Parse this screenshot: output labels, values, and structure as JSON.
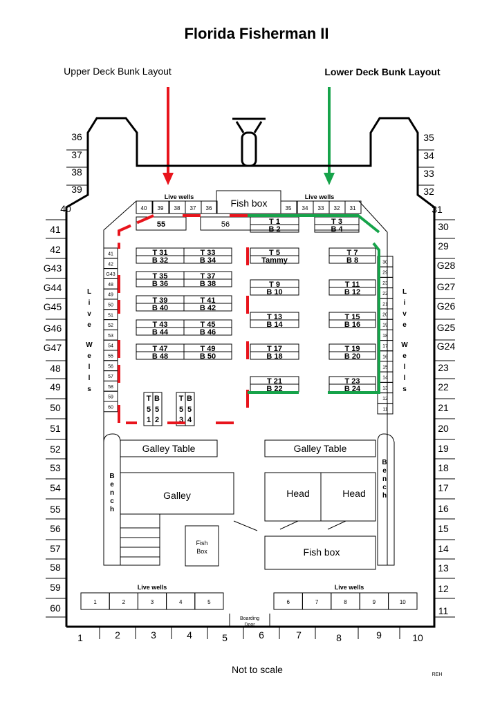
{
  "title": "Florida Fisherman II",
  "upper_label": "Upper Deck Bunk Layout",
  "lower_label": "Lower Deck Bunk Layout",
  "footer": "Not to scale",
  "initials": "REH",
  "colors": {
    "upper": "#e8141c",
    "lower": "#16a34a",
    "line": "#000000"
  },
  "rail_left": [
    "36",
    "37",
    "38",
    "39",
    "40",
    "41",
    "42",
    "G43",
    "G44",
    "G45",
    "G46",
    "G47",
    "48",
    "49",
    "50",
    "51",
    "52",
    "53",
    "54",
    "55",
    "56",
    "57",
    "58",
    "59",
    "60"
  ],
  "rail_right": [
    "35",
    "34",
    "33",
    "32",
    "31",
    "30",
    "29",
    "G28",
    "G27",
    "G26",
    "G25",
    "G24",
    "23",
    "22",
    "21",
    "20",
    "19",
    "18",
    "17",
    "16",
    "15",
    "14",
    "13",
    "12",
    "11"
  ],
  "rail_bottom": [
    "1",
    "2",
    "3",
    "4",
    "5",
    "6",
    "7",
    "8",
    "9",
    "10"
  ],
  "live_wells": {
    "label": "Live wells",
    "vertical_label": "Live Wells",
    "top_left": [
      "40",
      "39",
      "38",
      "37",
      "36"
    ],
    "top_right": [
      "35",
      "34",
      "33",
      "32",
      "31"
    ],
    "bottom_left": [
      "1",
      "2",
      "3",
      "4",
      "5"
    ],
    "bottom_right": [
      "6",
      "7",
      "8",
      "9",
      "10"
    ]
  },
  "fish_box": "Fish box",
  "fish_box_small": "Fish Box",
  "bunks_top": [
    "55",
    "56"
  ],
  "inner_left": [
    "41",
    "42",
    "G43",
    "48",
    "49",
    "50",
    "51",
    "52",
    "53",
    "54",
    "55",
    "56",
    "57",
    "58",
    "59",
    "60"
  ],
  "inner_right": [
    "30",
    "29",
    "23",
    "22",
    "21",
    "20",
    "19",
    "18",
    "17",
    "16",
    "15",
    "14",
    "13",
    "12",
    "11"
  ],
  "bunks": [
    {
      "t": "T 1",
      "b": "B 2"
    },
    {
      "t": "T 3",
      "b": "B 4"
    },
    {
      "t": "T 31",
      "b": "B 32"
    },
    {
      "t": "T 33",
      "b": "B 34"
    },
    {
      "t": "T 5",
      "b": "Tammy"
    },
    {
      "t": "T 7",
      "b": "B 8"
    },
    {
      "t": "T 35",
      "b": "B 36"
    },
    {
      "t": "T 37",
      "b": "B 38"
    },
    {
      "t": "T 9",
      "b": "B 10"
    },
    {
      "t": "T 11",
      "b": "B 12"
    },
    {
      "t": "T 39",
      "b": "B 40"
    },
    {
      "t": "T 41",
      "b": "B 42"
    },
    {
      "t": "T 13",
      "b": "B 14"
    },
    {
      "t": "T 15",
      "b": "B 16"
    },
    {
      "t": "T 43",
      "b": "B 44"
    },
    {
      "t": "T 45",
      "b": "B 46"
    },
    {
      "t": "T 17",
      "b": "B 18"
    },
    {
      "t": "T 19",
      "b": "B 20"
    },
    {
      "t": "T 47",
      "b": "B 48"
    },
    {
      "t": "T 49",
      "b": "B 50"
    },
    {
      "t": "T 21",
      "b": "B 22"
    },
    {
      "t": "T 23",
      "b": "B 24"
    }
  ],
  "vertical_bunks": [
    {
      "t": "T",
      "digits": [
        "5",
        "1"
      ],
      "b": "B",
      "bdigits": [
        "5",
        "2"
      ]
    },
    {
      "t": "T",
      "digits": [
        "5",
        "3"
      ],
      "b": "B",
      "bdigits": [
        "5",
        "4"
      ]
    }
  ],
  "galley_table": "Galley Table",
  "galley": "Galley",
  "head": "Head",
  "bench": "Bench",
  "boarding_door": [
    "Boarding",
    "Door"
  ]
}
